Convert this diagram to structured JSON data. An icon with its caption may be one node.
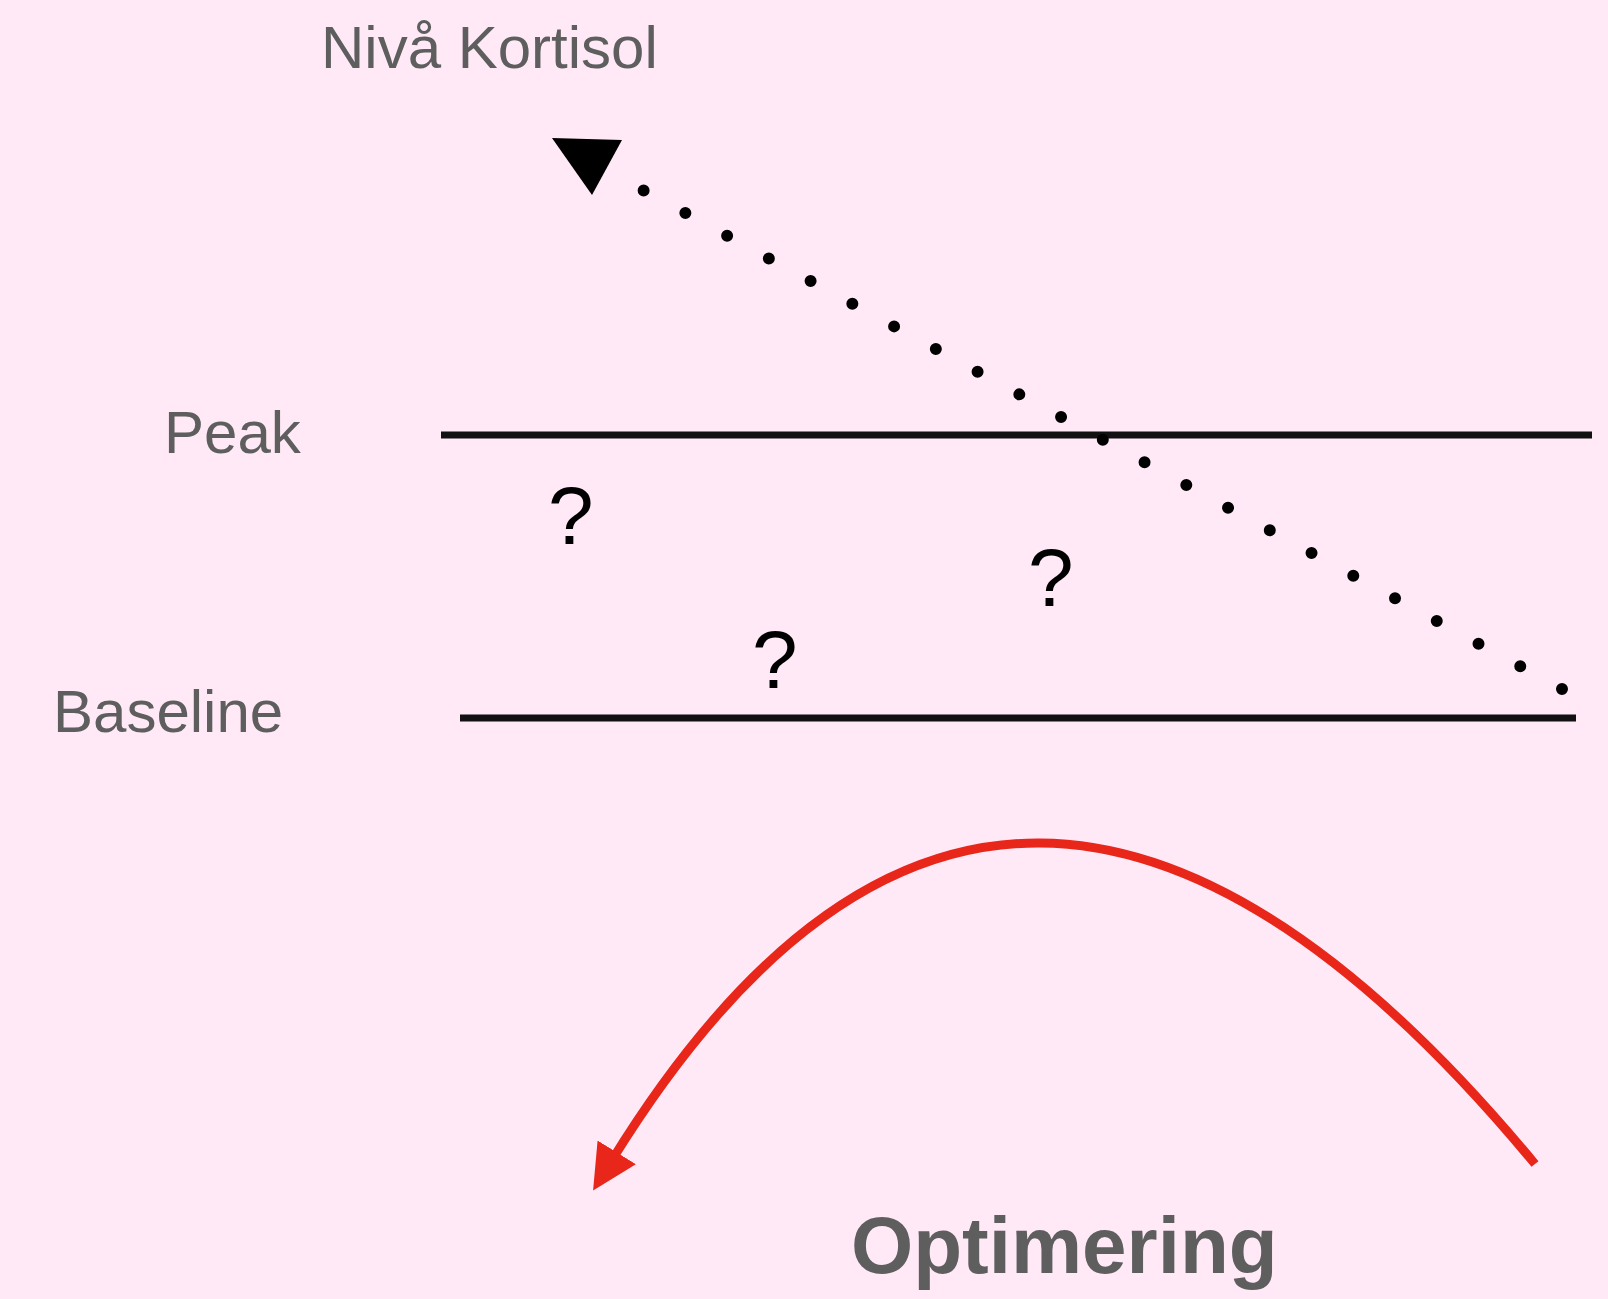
{
  "diagram": {
    "labels": [
      "Nivå Kortisol",
      "Peak",
      "?",
      "?",
      "?",
      "Baseline",
      "Optimering"
    ]
  }
}
